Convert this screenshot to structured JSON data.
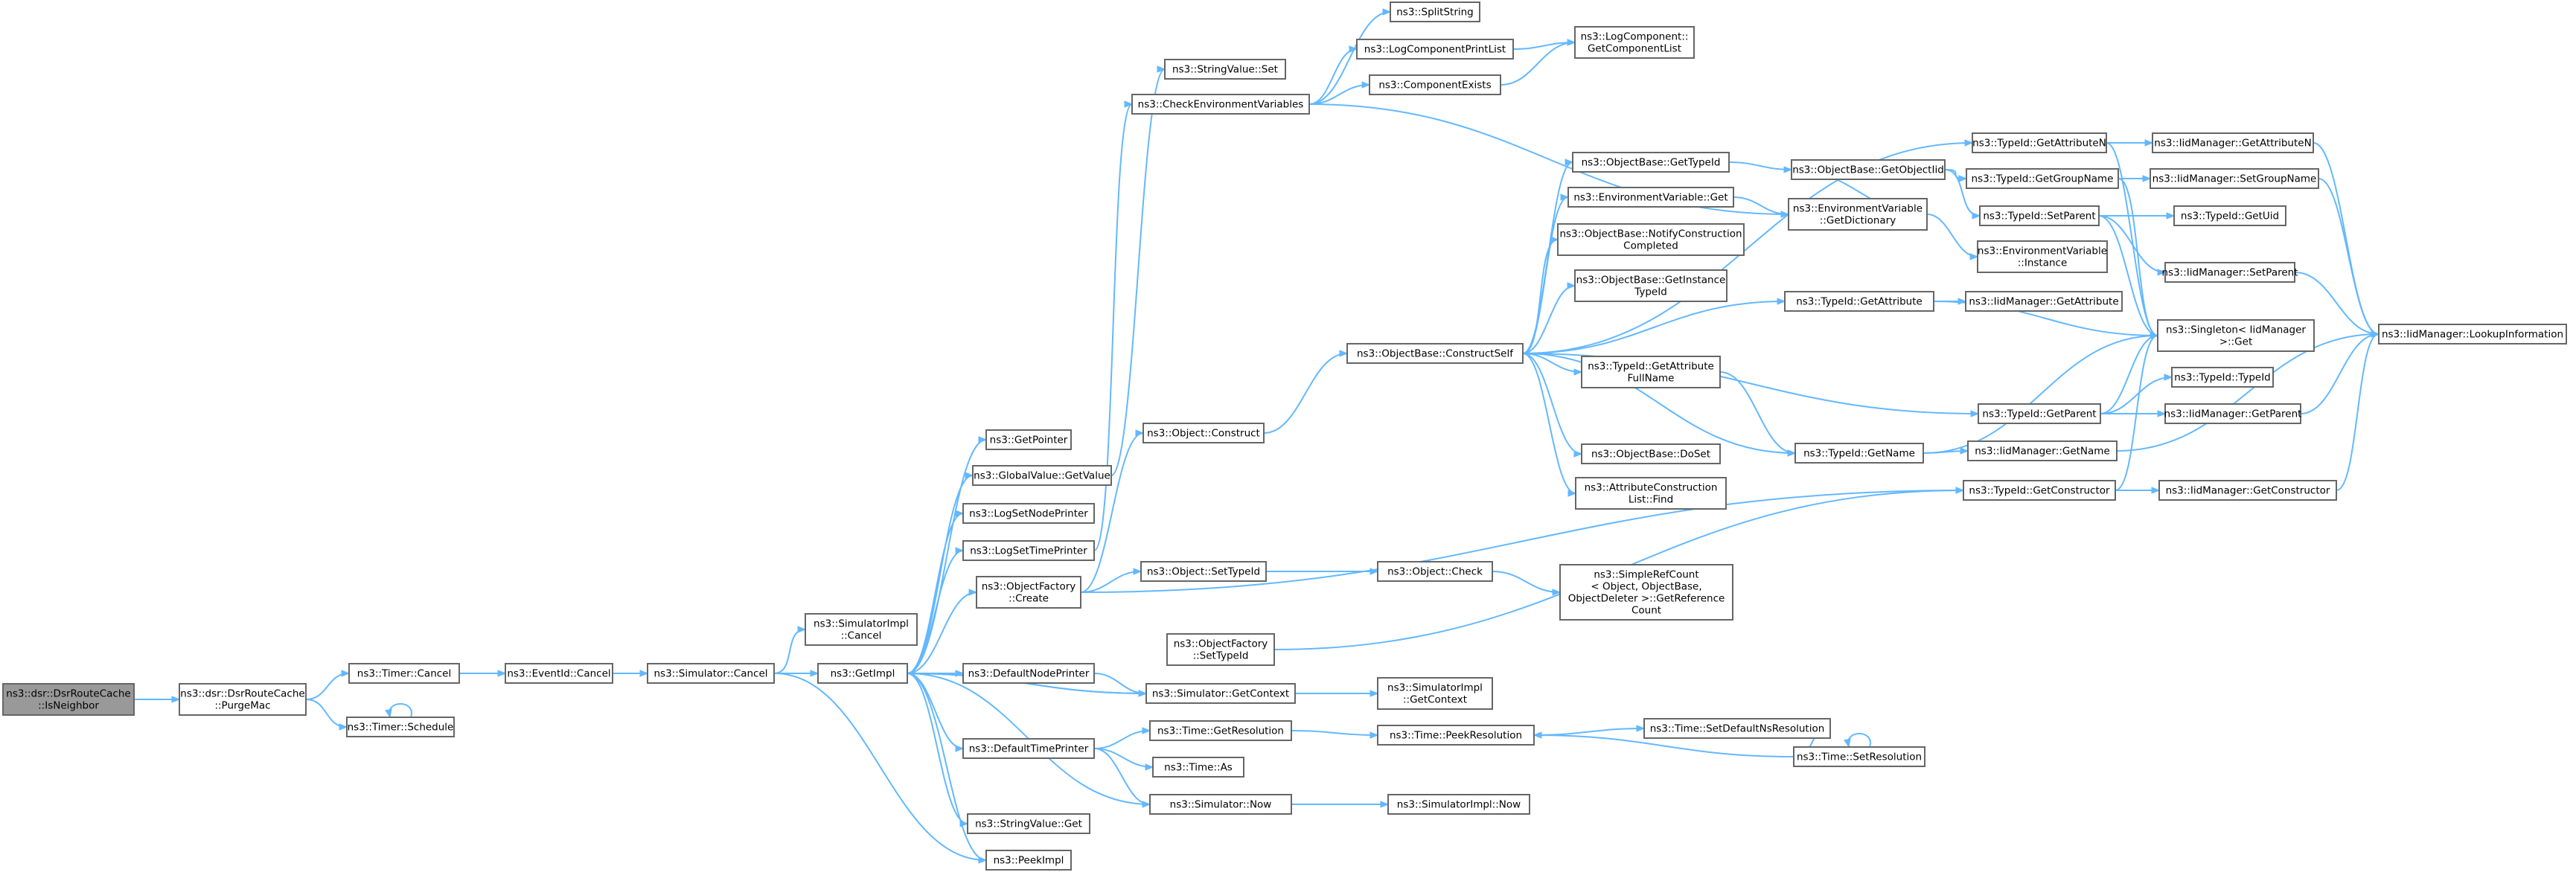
{
  "diagram": {
    "type": "call-graph",
    "root": "n0",
    "colors": {
      "edge": "#63b8ff",
      "node_fill": "#ffffff",
      "node_border": "#666666",
      "root_fill": "#999999",
      "text": "#000000"
    },
    "nodes": [
      {
        "id": "n0",
        "lines": [
          "ns3::dsr::DsrRouteCache",
          "::IsNeighbor"
        ],
        "root": true
      },
      {
        "id": "n1",
        "lines": [
          "ns3::dsr::DsrRouteCache",
          "::PurgeMac"
        ]
      },
      {
        "id": "n2",
        "lines": [
          "ns3::Timer::Cancel"
        ]
      },
      {
        "id": "n3",
        "lines": [
          "ns3::Timer::Schedule"
        ]
      },
      {
        "id": "n4",
        "lines": [
          "ns3::EventId::Cancel"
        ]
      },
      {
        "id": "n5",
        "lines": [
          "ns3::Simulator::Cancel"
        ]
      },
      {
        "id": "n6",
        "lines": [
          "ns3::SimulatorImpl",
          "::Cancel"
        ]
      },
      {
        "id": "n7",
        "lines": [
          "ns3::GetImpl"
        ]
      },
      {
        "id": "n8",
        "lines": [
          "ns3::PeekImpl"
        ]
      },
      {
        "id": "n9",
        "lines": [
          "ns3::GetPointer"
        ]
      },
      {
        "id": "n10",
        "lines": [
          "ns3::GlobalValue::GetValue"
        ]
      },
      {
        "id": "n11",
        "lines": [
          "ns3::LogSetNodePrinter"
        ]
      },
      {
        "id": "n12",
        "lines": [
          "ns3::LogSetTimePrinter"
        ]
      },
      {
        "id": "n13",
        "lines": [
          "ns3::ObjectFactory",
          "::Create"
        ]
      },
      {
        "id": "n14",
        "lines": [
          "ns3::DefaultNodePrinter"
        ]
      },
      {
        "id": "n15",
        "lines": [
          "ns3::DefaultTimePrinter"
        ]
      },
      {
        "id": "n16",
        "lines": [
          "ns3::StringValue::Get"
        ]
      },
      {
        "id": "n17",
        "lines": [
          "ns3::StringValue::Set"
        ]
      },
      {
        "id": "n18",
        "lines": [
          "ns3::CheckEnvironmentVariables"
        ]
      },
      {
        "id": "n19",
        "lines": [
          "ns3::Object::Construct"
        ]
      },
      {
        "id": "n20",
        "lines": [
          "ns3::Object::SetTypeId"
        ]
      },
      {
        "id": "n21",
        "lines": [
          "ns3::ObjectFactory",
          "::SetTypeId"
        ]
      },
      {
        "id": "n22",
        "lines": [
          "ns3::Simulator::GetContext"
        ]
      },
      {
        "id": "n23",
        "lines": [
          "ns3::Time::GetResolution"
        ]
      },
      {
        "id": "n24",
        "lines": [
          "ns3::Time::As"
        ]
      },
      {
        "id": "n25",
        "lines": [
          "ns3::Simulator::Now"
        ]
      },
      {
        "id": "n26",
        "lines": [
          "ns3::SplitString"
        ]
      },
      {
        "id": "n27",
        "lines": [
          "ns3::LogComponentPrintList"
        ]
      },
      {
        "id": "n28",
        "lines": [
          "ns3::ComponentExists"
        ]
      },
      {
        "id": "n29",
        "lines": [
          "ns3::LogComponent::",
          "GetComponentList"
        ]
      },
      {
        "id": "n30",
        "lines": [
          "ns3::ObjectBase::ConstructSelf"
        ]
      },
      {
        "id": "n31",
        "lines": [
          "ns3::Object::Check"
        ]
      },
      {
        "id": "n32",
        "lines": [
          "ns3::SimulatorImpl",
          "::GetContext"
        ]
      },
      {
        "id": "n33",
        "lines": [
          "ns3::Time::PeekResolution"
        ]
      },
      {
        "id": "n34",
        "lines": [
          "ns3::SimulatorImpl::Now"
        ]
      },
      {
        "id": "n35",
        "lines": [
          "ns3::ObjectBase::GetTypeId"
        ]
      },
      {
        "id": "n36",
        "lines": [
          "ns3::EnvironmentVariable::Get"
        ]
      },
      {
        "id": "n37",
        "lines": [
          "ns3::ObjectBase::NotifyConstruction",
          "Completed"
        ]
      },
      {
        "id": "n38",
        "lines": [
          "ns3::ObjectBase::GetInstance",
          "TypeId"
        ]
      },
      {
        "id": "n39",
        "lines": [
          "ns3::TypeId::GetAttribute",
          "FullName"
        ]
      },
      {
        "id": "n40",
        "lines": [
          "ns3::ObjectBase::DoSet"
        ]
      },
      {
        "id": "n41",
        "lines": [
          "ns3::AttributeConstruction",
          "List::Find"
        ]
      },
      {
        "id": "n42",
        "lines": [
          "ns3::SimpleRefCount",
          "< Object, ObjectBase,",
          "ObjectDeleter >::GetReference",
          "Count"
        ]
      },
      {
        "id": "n43",
        "lines": [
          "ns3::Time::SetDefaultNsResolution"
        ]
      },
      {
        "id": "n44",
        "lines": [
          "ns3::Time::SetResolution"
        ]
      },
      {
        "id": "n45",
        "lines": [
          "ns3::ObjectBase::GetObjectIid"
        ]
      },
      {
        "id": "n46",
        "lines": [
          "ns3::EnvironmentVariable",
          "::GetDictionary"
        ]
      },
      {
        "id": "n47",
        "lines": [
          "ns3::TypeId::GetAttribute"
        ]
      },
      {
        "id": "n48",
        "lines": [
          "ns3::TypeId::GetName"
        ]
      },
      {
        "id": "n49",
        "lines": [
          "ns3::TypeId::GetAttributeN"
        ]
      },
      {
        "id": "n50",
        "lines": [
          "ns3::TypeId::GetGroupName"
        ]
      },
      {
        "id": "n51",
        "lines": [
          "ns3::TypeId::SetParent"
        ]
      },
      {
        "id": "n52",
        "lines": [
          "ns3::EnvironmentVariable",
          "::Instance"
        ]
      },
      {
        "id": "n53",
        "lines": [
          "ns3::IidManager::GetAttribute"
        ]
      },
      {
        "id": "n54",
        "lines": [
          "ns3::TypeId::GetParent"
        ]
      },
      {
        "id": "n55",
        "lines": [
          "ns3::IidManager::GetName"
        ]
      },
      {
        "id": "n56",
        "lines": [
          "ns3::TypeId::GetConstructor"
        ]
      },
      {
        "id": "n57",
        "lines": [
          "ns3::IidManager::GetAttributeN"
        ]
      },
      {
        "id": "n58",
        "lines": [
          "ns3::IidManager::SetGroupName"
        ]
      },
      {
        "id": "n59",
        "lines": [
          "ns3::TypeId::GetUid"
        ]
      },
      {
        "id": "n60",
        "lines": [
          "ns3::IidManager::SetParent"
        ]
      },
      {
        "id": "n61",
        "lines": [
          "ns3::Singleton< IidManager",
          " >::Get"
        ]
      },
      {
        "id": "n62",
        "lines": [
          "ns3::TypeId::TypeId"
        ]
      },
      {
        "id": "n63",
        "lines": [
          "ns3::IidManager::GetParent"
        ]
      },
      {
        "id": "n64",
        "lines": [
          "ns3::IidManager::GetConstructor"
        ]
      },
      {
        "id": "n65",
        "lines": [
          "ns3::IidManager::LookupInformation"
        ]
      }
    ],
    "edges": [
      [
        "n0",
        "n1"
      ],
      [
        "n1",
        "n2"
      ],
      [
        "n1",
        "n3"
      ],
      [
        "n3",
        "n3"
      ],
      [
        "n2",
        "n4"
      ],
      [
        "n4",
        "n5"
      ],
      [
        "n5",
        "n6"
      ],
      [
        "n5",
        "n7"
      ],
      [
        "n5",
        "n8"
      ],
      [
        "n7",
        "n8"
      ],
      [
        "n7",
        "n9"
      ],
      [
        "n7",
        "n10"
      ],
      [
        "n7",
        "n11"
      ],
      [
        "n7",
        "n12"
      ],
      [
        "n7",
        "n13"
      ],
      [
        "n7",
        "n14"
      ],
      [
        "n7",
        "n15"
      ],
      [
        "n7",
        "n16"
      ],
      [
        "n7",
        "n22"
      ],
      [
        "n10",
        "n17"
      ],
      [
        "n12",
        "n18"
      ],
      [
        "n13",
        "n19"
      ],
      [
        "n13",
        "n20"
      ],
      [
        "n13",
        "n56"
      ],
      [
        "n14",
        "n22"
      ],
      [
        "n15",
        "n23"
      ],
      [
        "n15",
        "n24"
      ],
      [
        "n15",
        "n25"
      ],
      [
        "n22",
        "n7"
      ],
      [
        "n22",
        "n32"
      ],
      [
        "n25",
        "n7"
      ],
      [
        "n25",
        "n34"
      ],
      [
        "n18",
        "n26"
      ],
      [
        "n18",
        "n27"
      ],
      [
        "n18",
        "n28"
      ],
      [
        "n18",
        "n46"
      ],
      [
        "n27",
        "n29"
      ],
      [
        "n28",
        "n29"
      ],
      [
        "n19",
        "n30"
      ],
      [
        "n20",
        "n31"
      ],
      [
        "n31",
        "n42"
      ],
      [
        "n21",
        "n56"
      ],
      [
        "n23",
        "n33"
      ],
      [
        "n33",
        "n43"
      ],
      [
        "n43",
        "n44"
      ],
      [
        "n44",
        "n33"
      ],
      [
        "n44",
        "n44"
      ],
      [
        "n30",
        "n35"
      ],
      [
        "n30",
        "n36"
      ],
      [
        "n30",
        "n37"
      ],
      [
        "n30",
        "n38"
      ],
      [
        "n30",
        "n39"
      ],
      [
        "n30",
        "n40"
      ],
      [
        "n30",
        "n41"
      ],
      [
        "n30",
        "n47"
      ],
      [
        "n30",
        "n48"
      ],
      [
        "n30",
        "n49"
      ],
      [
        "n30",
        "n54"
      ],
      [
        "n35",
        "n45"
      ],
      [
        "n36",
        "n46"
      ],
      [
        "n45",
        "n50"
      ],
      [
        "n45",
        "n51"
      ],
      [
        "n45",
        "n46"
      ],
      [
        "n46",
        "n52"
      ],
      [
        "n39",
        "n48"
      ],
      [
        "n47",
        "n53"
      ],
      [
        "n47",
        "n61"
      ],
      [
        "n48",
        "n55"
      ],
      [
        "n48",
        "n61"
      ],
      [
        "n49",
        "n57"
      ],
      [
        "n49",
        "n61"
      ],
      [
        "n50",
        "n58"
      ],
      [
        "n50",
        "n61"
      ],
      [
        "n51",
        "n59"
      ],
      [
        "n51",
        "n60"
      ],
      [
        "n51",
        "n61"
      ],
      [
        "n54",
        "n61"
      ],
      [
        "n54",
        "n62"
      ],
      [
        "n54",
        "n63"
      ],
      [
        "n55",
        "n65"
      ],
      [
        "n56",
        "n64"
      ],
      [
        "n56",
        "n61"
      ],
      [
        "n57",
        "n65"
      ],
      [
        "n58",
        "n65"
      ],
      [
        "n60",
        "n65"
      ],
      [
        "n63",
        "n65"
      ],
      [
        "n64",
        "n65"
      ]
    ]
  }
}
